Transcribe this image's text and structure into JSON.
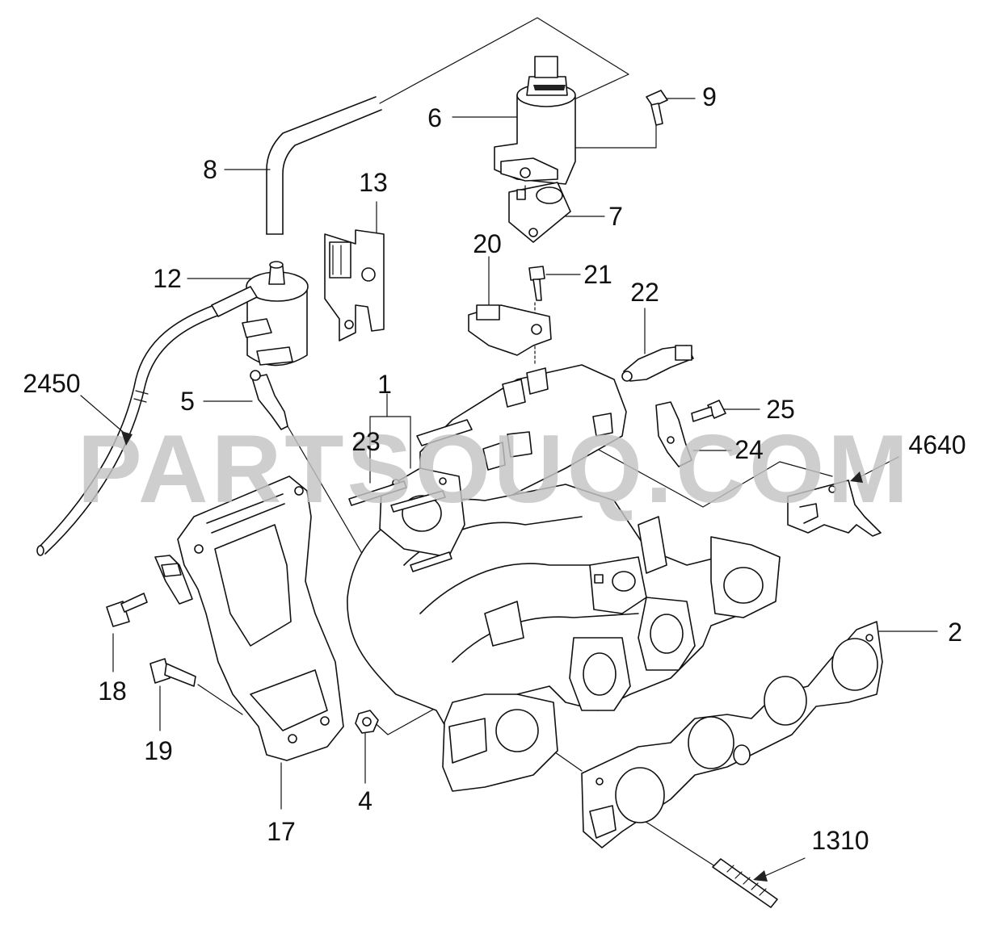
{
  "watermark": "PARTSOUQ.COM",
  "callouts": {
    "c1": "1",
    "c2": "2",
    "c4": "4",
    "c5": "5",
    "c6": "6",
    "c7": "7",
    "c8": "8",
    "c9": "9",
    "c12": "12",
    "c13": "13",
    "c17": "17",
    "c18": "18",
    "c19": "19",
    "c20": "20",
    "c21": "21",
    "c22": "22",
    "c23": "23",
    "c24": "24",
    "c25": "25",
    "c1310": "1310",
    "c2450": "2450",
    "c4640": "4640"
  }
}
